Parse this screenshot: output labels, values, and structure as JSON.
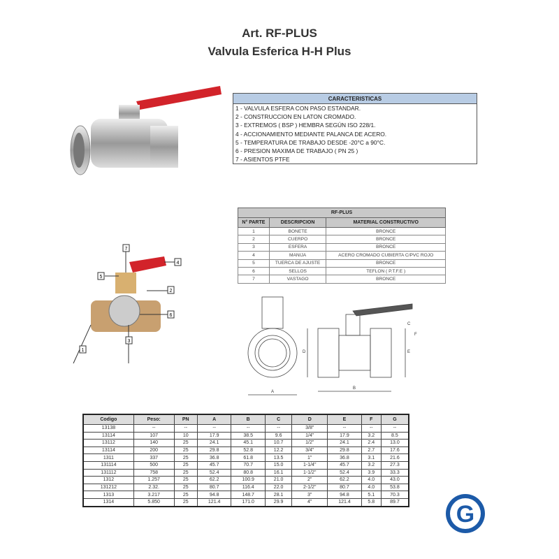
{
  "header": {
    "article": "Art. RF-PLUS",
    "product": "Valvula Esferica H-H Plus"
  },
  "characteristics": {
    "title": "CARACTERISTICAS",
    "items": [
      "1 - VALVULA ESFERA CON PASO ESTANDAR.",
      "2 - CONSTRUCCION EN LATON CROMADO.",
      "3 - EXTREMOS ( BSP ) HEMBRA SEGÚN ISO 228/1.",
      "4 - ACCIONAMIENTO MEDIANTE PALANCA DE ACERO.",
      "5 - TEMPERATURA DE TRABAJO DESDE -20°C a 90°C.",
      "6 - PRESION MAXIMA DE TRABAJO ( PN 25 )",
      "7 - ASIENTOS PTFE"
    ]
  },
  "parts": {
    "title": "RF-PLUS",
    "columns": [
      "N° PARTE",
      "DESCRIPCION",
      "MATERIAL CONSTRUCTIVO"
    ],
    "rows": [
      [
        "1",
        "BONETE",
        "BRONCE"
      ],
      [
        "2",
        "CUERPO",
        "BRONCE"
      ],
      [
        "3",
        "ESFERA",
        "BRONCE"
      ],
      [
        "4",
        "MANIJA",
        "ACERO CROMADO CUBIERTA C/PVC ROJO"
      ],
      [
        "5",
        "TUERCA DE AJUSTE",
        "BRONCE"
      ],
      [
        "6",
        "SELLOS",
        "TEFLON ( P.T.F.E )"
      ],
      [
        "7",
        "VASTAGO",
        "BRONCE"
      ]
    ]
  },
  "diagram": {
    "callouts": [
      "1",
      "2",
      "3",
      "4",
      "5",
      "6",
      "7"
    ],
    "dim_labels": [
      "A",
      "B",
      "C",
      "D",
      "E",
      "F"
    ]
  },
  "dimensions": {
    "columns": [
      "Codigo",
      "Peso:",
      "PN",
      "A",
      "B",
      "C",
      "D",
      "E",
      "F",
      "G"
    ],
    "rows": [
      [
        "13138",
        "--",
        "--",
        "--",
        "--",
        "--",
        "3/8\"",
        "--",
        "--",
        "--"
      ],
      [
        "13114",
        "107",
        "10",
        "17.9",
        "38.5",
        "9.6",
        "1/4\"",
        "17.9",
        "3.2",
        "8.5"
      ],
      [
        "13112",
        "140",
        "25",
        "24.1",
        "45.1",
        "10.7",
        "1/2\"",
        "24.1",
        "2.4",
        "13.0"
      ],
      [
        "13114",
        "200",
        "25",
        "29.8",
        "52.8",
        "12.2",
        "3/4\"",
        "29.8",
        "2.7",
        "17.6"
      ],
      [
        "1311",
        "337",
        "25",
        "36.8",
        "61.8",
        "13.5",
        "1\"",
        "36.8",
        "3.1",
        "21.6"
      ],
      [
        "131114",
        "500",
        "25",
        "45.7",
        "70.7",
        "15.0",
        "1-1/4\"",
        "45.7",
        "3.2",
        "27.3"
      ],
      [
        "131112",
        "758",
        "25",
        "52.4",
        "80.8",
        "16.1",
        "1-1/2\"",
        "52.4",
        "3.9",
        "33.3"
      ],
      [
        "1312",
        "1.257",
        "25",
        "62.2",
        "100.9",
        "21.0",
        "2\"",
        "62.2",
        "4.0",
        "43.0"
      ],
      [
        "131212",
        "2.32.",
        "25",
        "80.7",
        "116.4",
        "22.0",
        "2-1/2\"",
        "80.7",
        "4.0",
        "53.8"
      ],
      [
        "1313",
        "3.217",
        "25",
        "94.8",
        "148.7",
        "28.1",
        "3\"",
        "94.8",
        "5.1",
        "70.3"
      ],
      [
        "1314",
        "5.850",
        "25",
        "121.4",
        "171.0",
        "29.9",
        "4\"",
        "121.4",
        "5.8",
        "89.7"
      ]
    ]
  },
  "logo": {
    "letter": "G",
    "color": "#1c5aa8"
  }
}
